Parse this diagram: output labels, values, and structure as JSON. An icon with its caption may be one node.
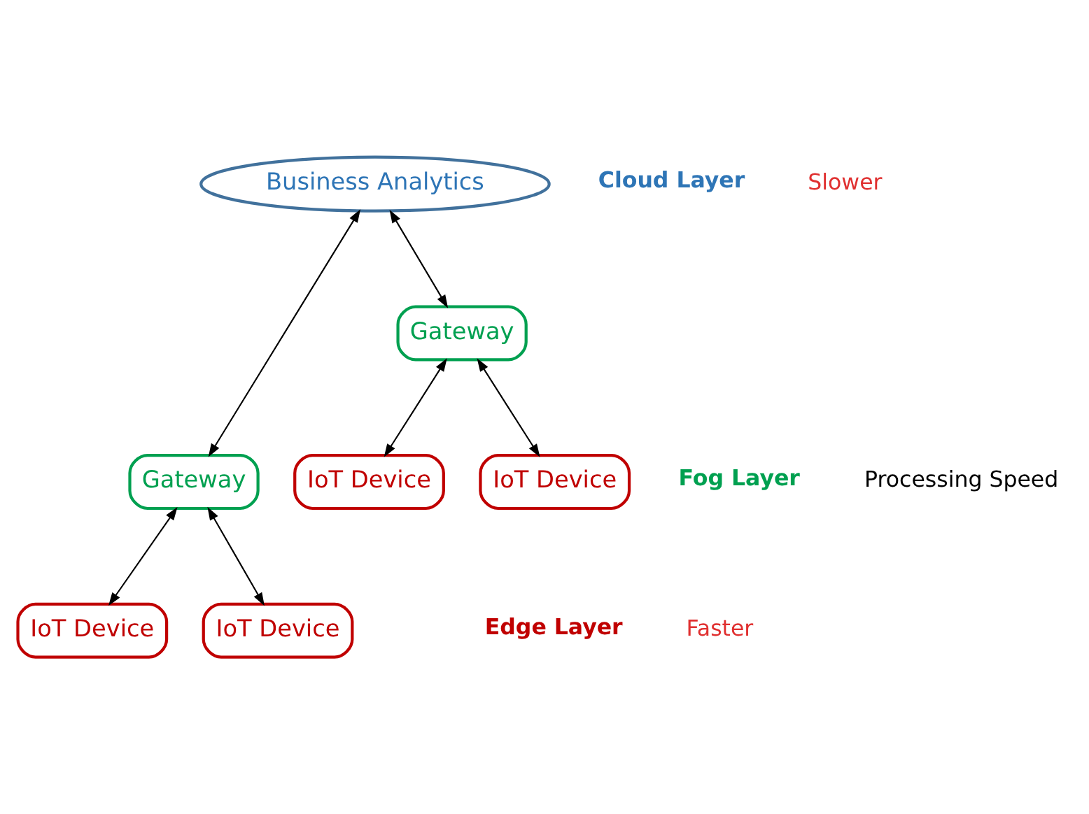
{
  "diagram": {
    "nodes": [
      {
        "text": [
          "Business Analytics"
        ]
      },
      {
        "text": [
          "Gateway"
        ]
      },
      {
        "text": [
          "Gateway"
        ]
      },
      {
        "text": [
          "IoT Device"
        ]
      },
      {
        "text": [
          "IoT Device"
        ]
      },
      {
        "text": [
          "IoT Device"
        ]
      },
      {
        "text": [
          "IoT Device"
        ]
      }
    ],
    "edges": [
      {
        "from": 0,
        "to": 1,
        "arrow": "both"
      },
      {
        "from": 0,
        "to": 2,
        "arrow": "both"
      },
      {
        "from": 1,
        "to": 3,
        "arrow": "both"
      },
      {
        "from": 1,
        "to": 4,
        "arrow": "both"
      },
      {
        "from": 2,
        "to": 5,
        "arrow": "both"
      },
      {
        "from": 2,
        "to": 6,
        "arrow": "both"
      }
    ],
    "labels": [
      "Slower",
      "Cloud Layer",
      "Processing Speed",
      "Fog Layer",
      "Edge Layer",
      "Faster"
    ]
  }
}
